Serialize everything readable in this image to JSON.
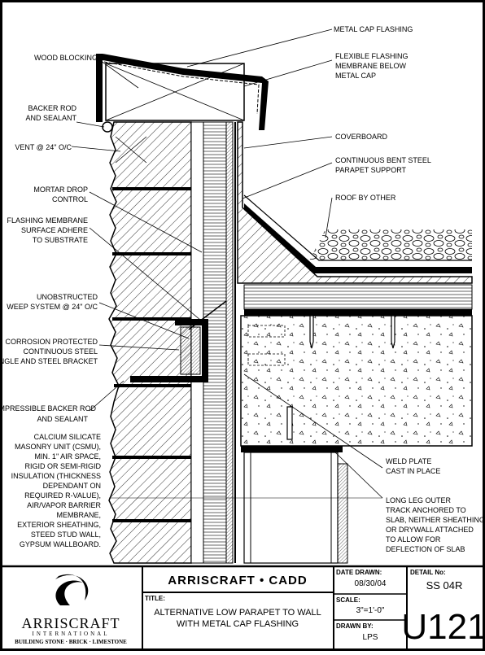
{
  "labels_left": [
    "WOOD BLOCKING",
    "BACKER ROD",
    "AND SEALANT",
    "VENT @ 24\" O/C",
    "MORTAR DROP",
    "CONTROL",
    "FLASHING MEMBRANE",
    "SURFACE ADHERE",
    "TO SUBSTRATE",
    "UNOBSTRUCTED",
    "WEEP SYSTEM @ 24\" O/C",
    "CORROSION PROTECTED",
    "CONTINUOUS STEEL",
    "ANGLE AND STEEL BRACKET",
    "COMPRESSIBLE BACKER ROD",
    "AND SEALANT",
    "CALCIUM SILICATE",
    "MASONRY UNIT (CSMU),",
    "MIN. 1\" AIR SPACE,",
    "RIGID OR SEMI-RIGID",
    "INSULATION (THICKNESS",
    "DEPENDANT ON",
    "REQUIRED R-VALUE),",
    "AIR/VAPOR BARRIER",
    "MEMBRANE,",
    "EXTERIOR SHEATHING,",
    "STEED STUD WALL,",
    "GYPSUM WALLBOARD."
  ],
  "labels_right": [
    "METAL CAP FLASHING",
    "FLEXIBLE FLASHING",
    "MEMBRANE BELOW",
    "METAL CAP",
    "COVERBOARD",
    "CONTINUOUS BENT STEEL",
    "PARAPET SUPPORT",
    "ROOF BY OTHER",
    "WELD PLATE",
    "CAST IN PLACE",
    "LONG LEG OUTER",
    "TRACK ANCHORED TO",
    "SLAB, NEITHER SHEATHING",
    "OR DRYWALL ATTACHED",
    "TO ALLOW FOR",
    "DEFLECTION OF SLAB"
  ],
  "titleblock": {
    "brand": "ARRISCRAFT • CADD",
    "title_label": "TITLE:",
    "title_line1": "ALTERNATIVE LOW PARAPET TO WALL",
    "title_line2": "WITH METAL CAP FLASHING",
    "date_label": "DATE DRAWN:",
    "date_value": "08/30/04",
    "scale_label": "SCALE:",
    "scale_value": "3\"=1'-0\"",
    "drawn_label": "DRAWN BY:",
    "drawn_value": "LPS",
    "detail_label": "DETAIL No:",
    "detail_value": "SS 04R",
    "sheet_number": "U121",
    "logo_name": "ARRISCRAFT",
    "logo_sub": "INTERNATIONAL",
    "logo_tagline": "BUILDING STONE · BRICK · LIMESTONE"
  }
}
